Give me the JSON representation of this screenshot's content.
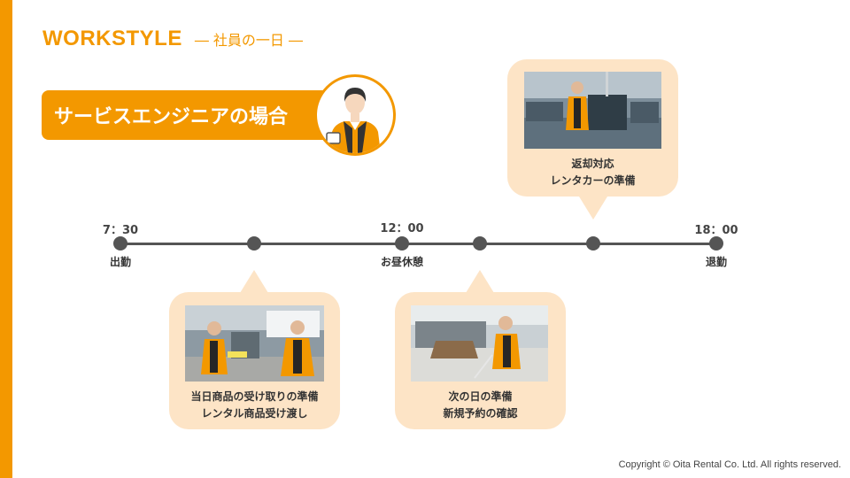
{
  "header": {
    "title": "WORKSTYLE",
    "subtitle": "― 社員の一日 ―"
  },
  "role": {
    "title": "サービスエンジニアの場合"
  },
  "timeline": {
    "times": [
      {
        "label": "7：30"
      },
      {
        "label": "12：00"
      },
      {
        "label": "18：00"
      }
    ],
    "events": [
      {
        "label": "出勤"
      },
      {
        "label": "お昼休憩"
      },
      {
        "label": "退勤"
      }
    ]
  },
  "cards": [
    {
      "line1": "当日商品の受け取りの準備",
      "line2": "レンタル商品受け渡し"
    },
    {
      "line1": "次の日の準備",
      "line2": "新規予約の確認"
    },
    {
      "line1": "返却対応",
      "line2": "レンタカーの準備"
    }
  ],
  "footer": {
    "copyright": "Copyright © Oita Rental Co. Ltd. All rights reserved."
  },
  "colors": {
    "accent": "#f39800",
    "bubble": "#fde4c6",
    "timeline": "#555555"
  }
}
